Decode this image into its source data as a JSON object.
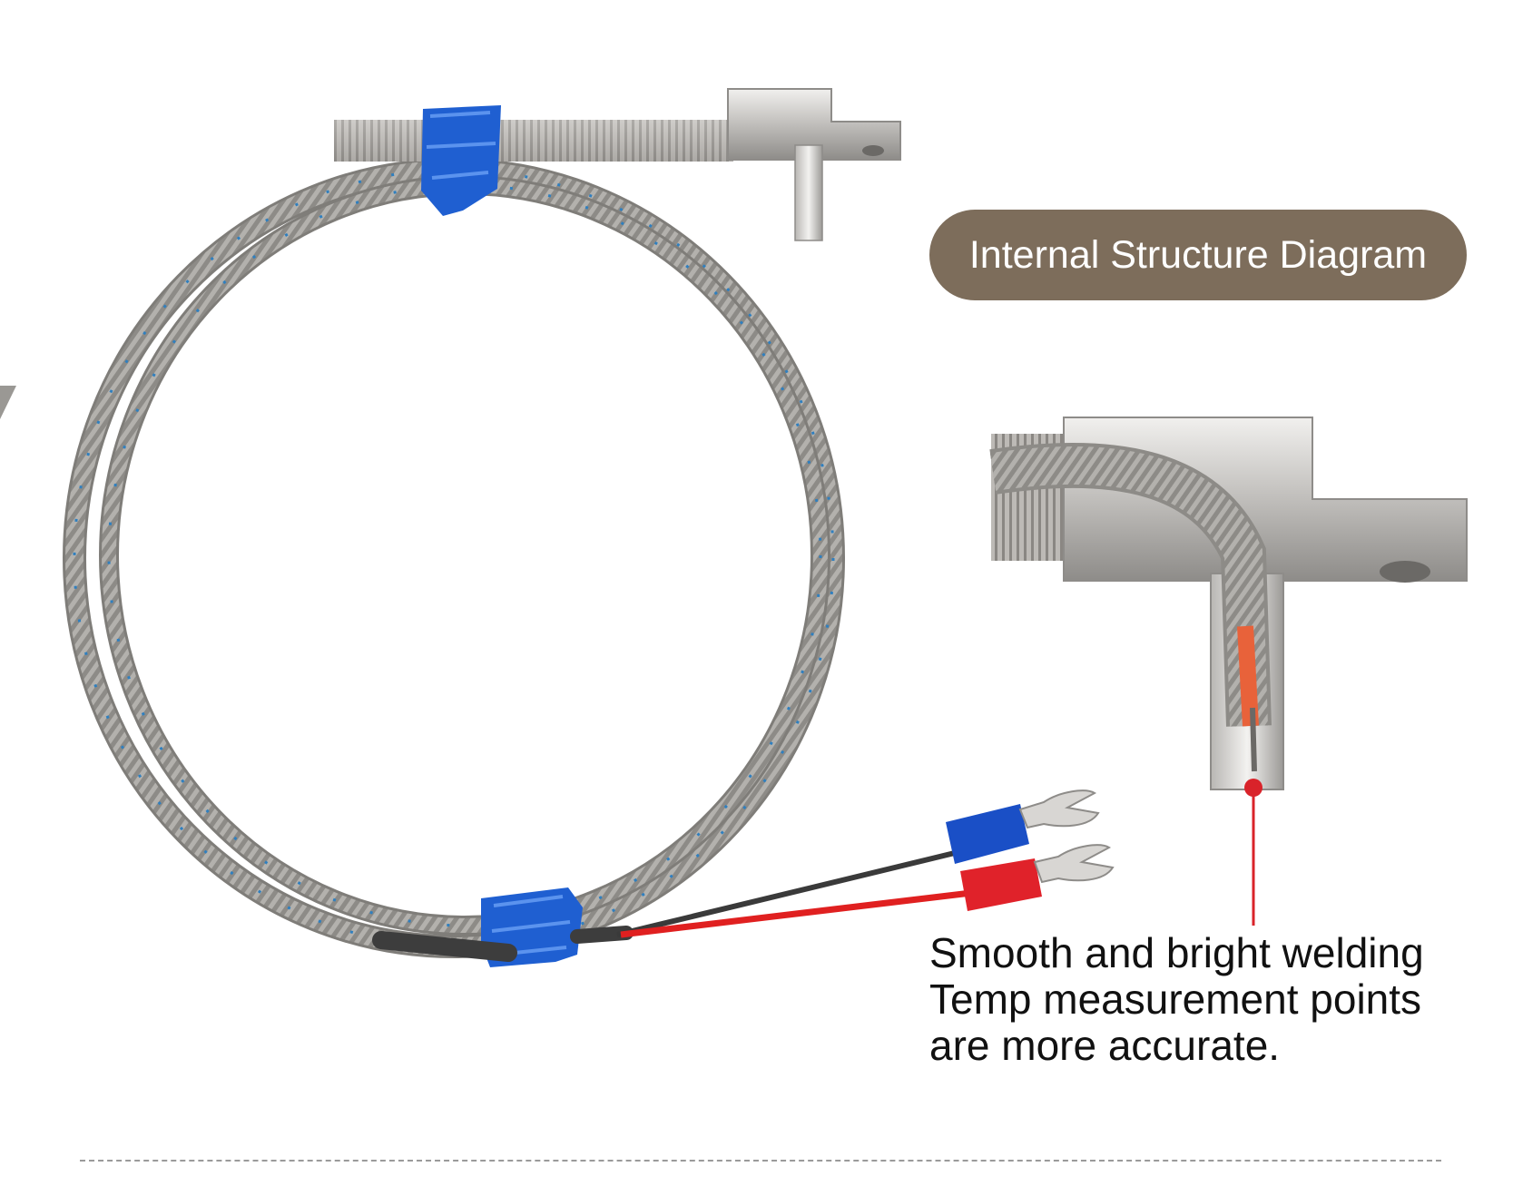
{
  "colors": {
    "badge_bg": "#7d6d5b",
    "badge_text": "#ffffff",
    "braid": "#a8a8a8",
    "blue_tape": "#1f5fd1",
    "red_wire": "#e02020",
    "steel": "#c9c7c4",
    "pointer": "#d9232a"
  },
  "badge": {
    "text": "Internal Structure Diagram"
  },
  "caption": {
    "lines": [
      "Smooth and bright welding",
      "Temp measurement points",
      "are more accurate."
    ]
  }
}
